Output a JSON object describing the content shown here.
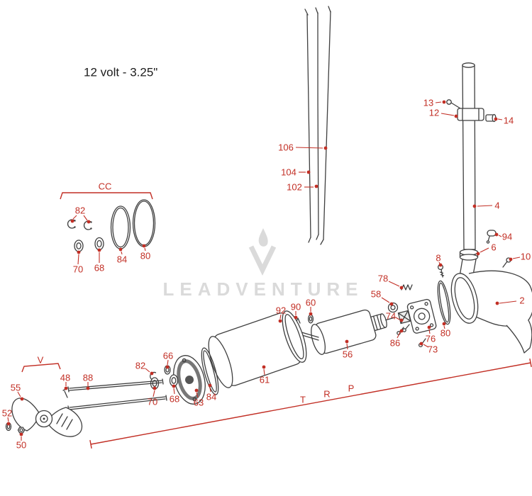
{
  "colors": {
    "accent_red": "#c22f25",
    "line": "#3f3f3f",
    "watermark_gray": "#dadada"
  },
  "header": {
    "title": "12 volt - 3.25\""
  },
  "watermark": {
    "text": "LEADVENTURE"
  },
  "brackets": {
    "cc": "CC",
    "v": "V"
  },
  "zones": {
    "t": "T",
    "r": "R",
    "p": "P"
  },
  "callouts": {
    "n13": "13",
    "n12": "12",
    "n14": "14",
    "n106": "106",
    "n104": "104",
    "n102": "102",
    "n4": "4",
    "n94": "94",
    "n6": "6",
    "n10": "10",
    "n8": "8",
    "n2": "2",
    "n78": "78",
    "n58": "58",
    "n74": "74",
    "n86": "86",
    "n76": "76",
    "n80_motor": "80",
    "n73": "73",
    "n56": "56",
    "n92": "92",
    "n90": "90",
    "n60": "60",
    "n61": "61",
    "n84_housing": "84",
    "n63": "63",
    "n68_housing": "68",
    "n70_housing": "70",
    "n66": "66",
    "n82_housing": "82",
    "n88": "88",
    "n48": "48",
    "n55": "55",
    "n52": "52",
    "n50": "50",
    "n82_cc": "82",
    "n84_cc": "84",
    "n80_cc": "80",
    "n70_cc": "70",
    "n68_cc": "68"
  }
}
